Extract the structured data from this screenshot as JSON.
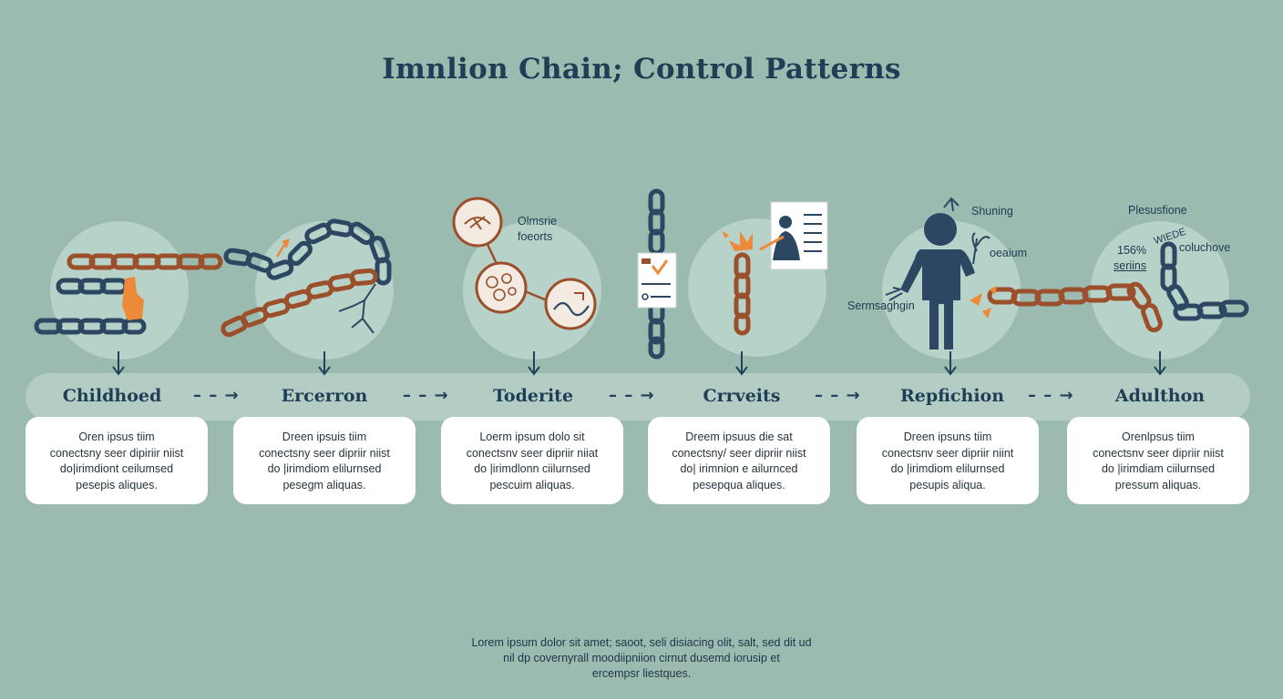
{
  "title": "Imnlion Chain; Control Patterns",
  "colors": {
    "background": "#9bbbb1",
    "navy": "#2b4761",
    "rust": "#9b4f2b",
    "orange": "#ec8a3a",
    "card": "#ffffff"
  },
  "stages": [
    {
      "label": "Childhoed",
      "text": [
        "Oren ipsus tiim",
        "conectsny seer dipiriir niist",
        "do|irimdiont ceilumsed",
        "pesepis aliques."
      ]
    },
    {
      "label": "Ercerron",
      "text": [
        "Dreen ipsuis tiim",
        "conectsny seer dipriir niist",
        "do |irimdiom elilurnsed",
        "pesegm aliquas."
      ]
    },
    {
      "label": "Toderite",
      "text": [
        "Loerm ipsum dolo sit",
        "conectsnv seer dipriir niiat",
        "do |irimdlonn ciilurnsed",
        "pescuim aliquas."
      ]
    },
    {
      "label": "Crrveits",
      "text": [
        "Dreem ipsuus die sat",
        "conectsny/ seer dipriir niist",
        "do| irimnion e ailurnced",
        "pesepqua aliques."
      ]
    },
    {
      "label": "Repfichion",
      "text": [
        "Dreen ipsuns tiim",
        "conectsnv seer dipriir niint",
        "do |irimdiom elilurnsed",
        "pesupis aliqua."
      ]
    },
    {
      "label": "Adulthon",
      "text": [
        "Orenlpsus tiim",
        "conectsnv seer dipriir niist",
        "do |irimdiam ciilurnsed",
        "pressum aliquas."
      ]
    }
  ],
  "annotations": {
    "olmsrie": "Olmsrie",
    "foeorts": "foeorts",
    "shuning": "Shuning",
    "oeaium": "oeaium",
    "sermsaghgin": "Sermsaghgin",
    "plesusfione": "Plesusfione",
    "percent": "156%",
    "series": "seriins",
    "wiede": "WIEDE",
    "coluchove": "coluchove"
  },
  "footer": [
    "Lorem ipsum dolor sit amet; saoot, seli disiacing olit, salt, sed dit ud",
    "nil dp covernyrall moodiipniion cirnut dusemd iorusip et",
    "ercempsr liestques."
  ]
}
